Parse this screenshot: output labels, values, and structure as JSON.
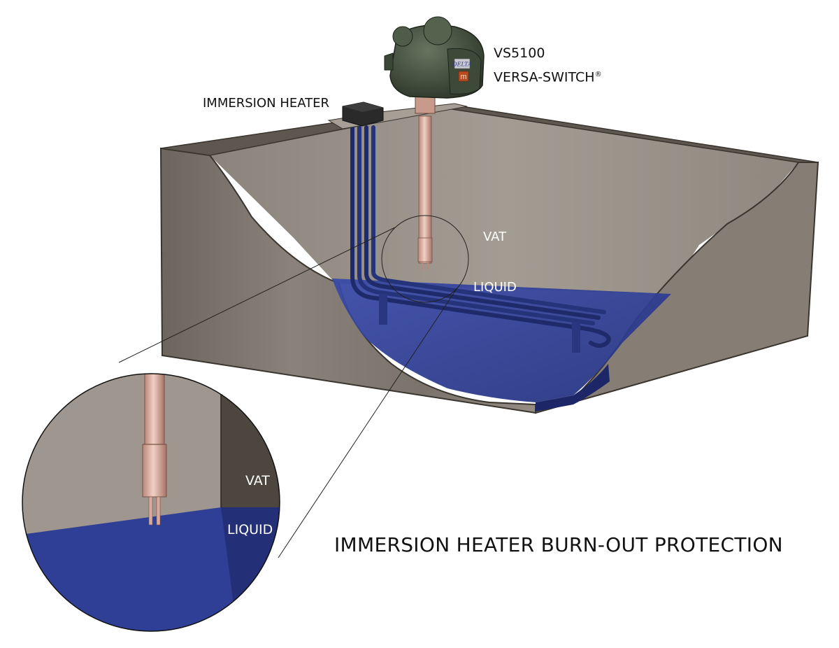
{
  "labels": {
    "model": "VS5100",
    "product": "VERSA-SWITCH",
    "product_mark": "®",
    "heater": "IMMERSION HEATER",
    "vat": "VAT",
    "liquid": "LIQUID",
    "vat_zoom": "VAT",
    "liquid_zoom": "LIQUID",
    "title": "IMMERSION HEATER BURN-OUT PROTECTION"
  },
  "device": {
    "brand": "DELTA",
    "badge": "m"
  },
  "colors": {
    "vat_wall": "#7e766d",
    "vat_edge": "#3a342e",
    "liquid": "#2c3b8c",
    "housing": "#414d3c",
    "probe": "#d9a99a",
    "heater_box": "#2a2a2a"
  }
}
